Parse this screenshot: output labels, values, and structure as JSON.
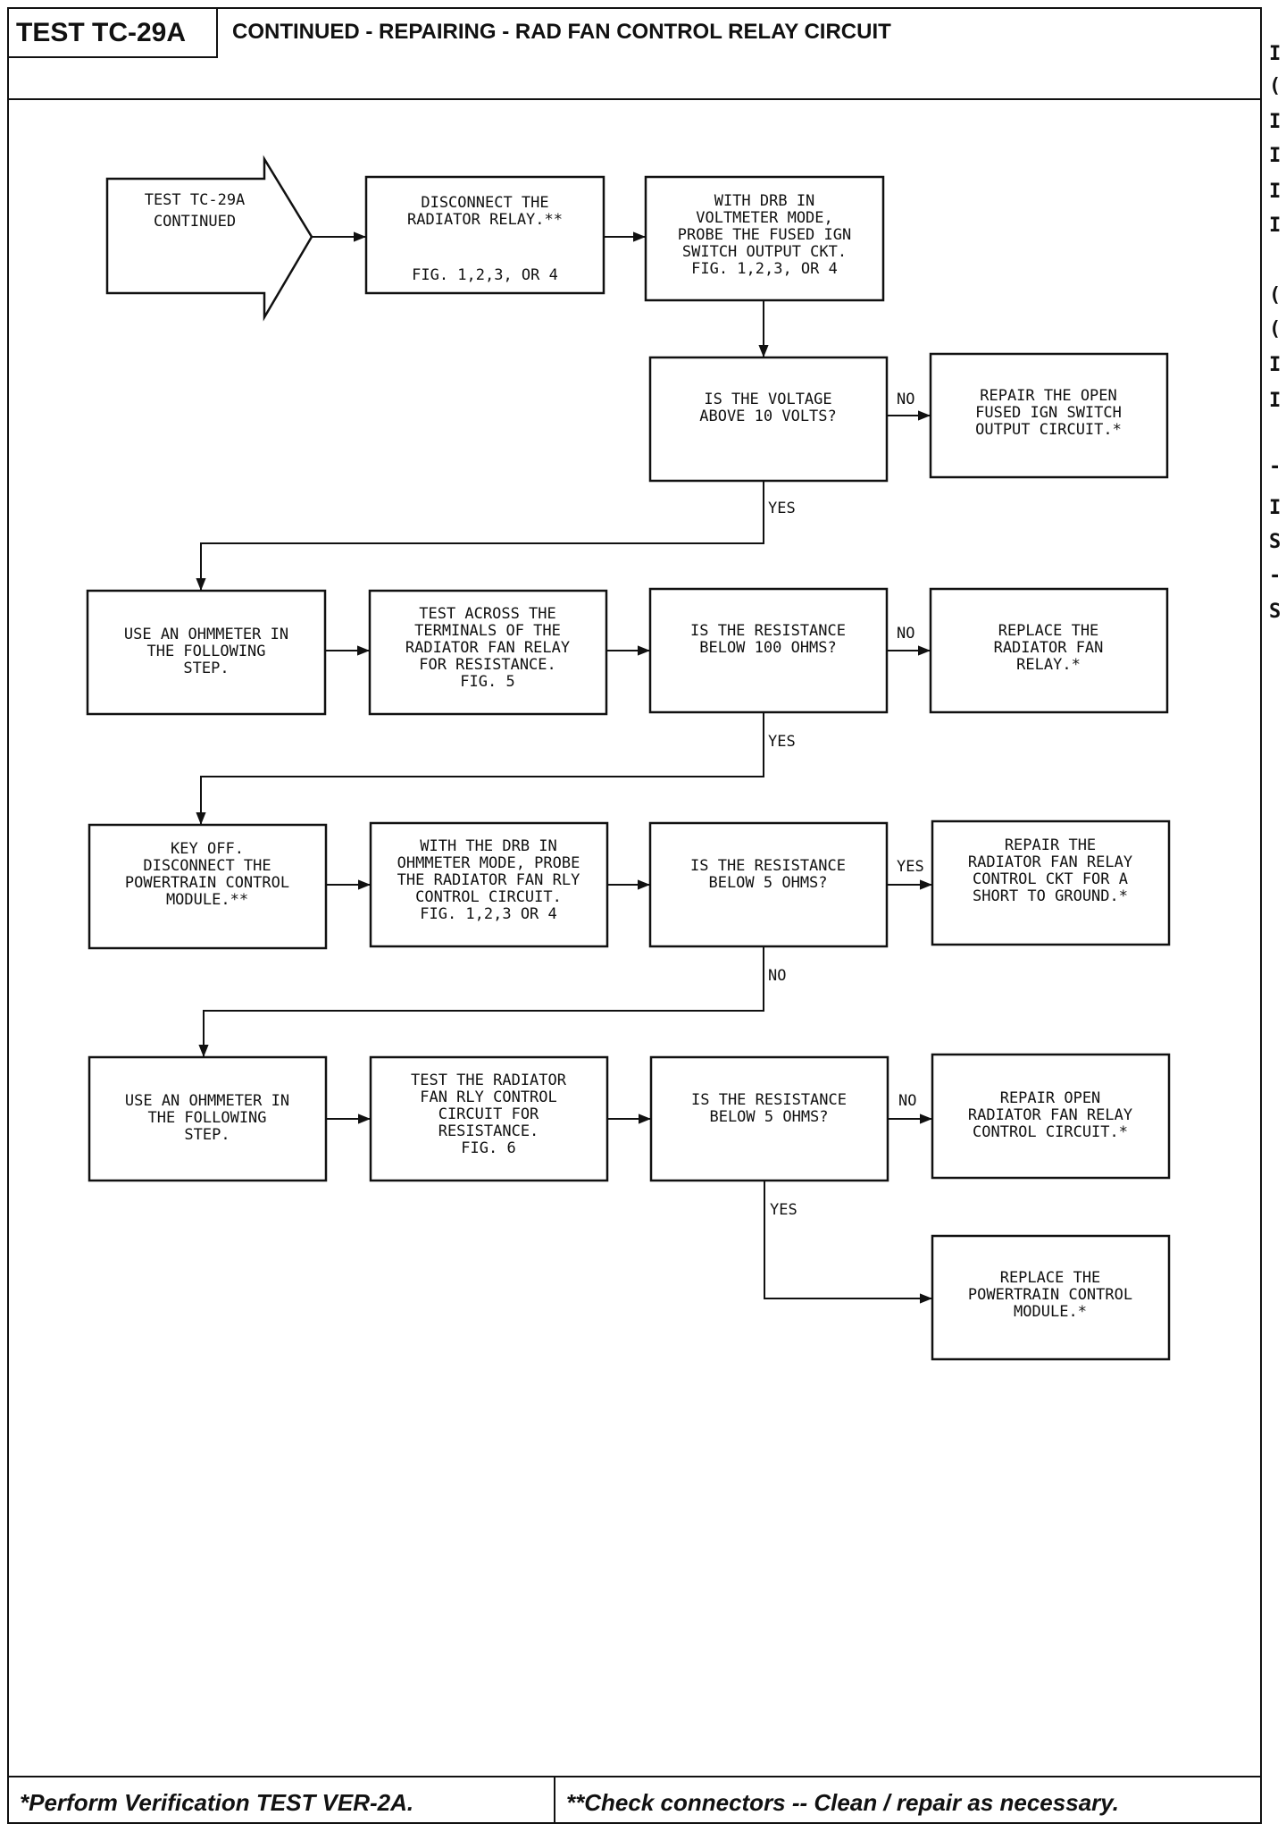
{
  "header": {
    "test_id": "TEST TC-29A",
    "title": "CONTINUED - REPAIRING - RAD FAN CONTROL RELAY CIRCUIT"
  },
  "footer": {
    "left": "*Perform Verification TEST VER-2A.",
    "right": "**Check connectors -- Clean / repair as necessary."
  },
  "edge_text": [
    "I",
    "(",
    "I",
    "I",
    "I",
    "I",
    "(",
    "(",
    "I",
    "I",
    "-",
    "I",
    "S",
    "-",
    "S"
  ],
  "diagram": {
    "nodes": [
      {
        "id": "start",
        "lines": [
          "TEST TC-29A",
          "CONTINUED"
        ]
      },
      {
        "id": "n1",
        "lines": [
          "DISCONNECT THE",
          "RADIATOR RELAY.**",
          "",
          "FIG. 1,2,3, OR 4"
        ]
      },
      {
        "id": "n2",
        "lines": [
          "WITH DRB IN",
          "VOLTMETER MODE,",
          "PROBE THE FUSED IGN",
          "SWITCH OUTPUT CKT.",
          "FIG. 1,2,3, OR 4"
        ]
      },
      {
        "id": "d1",
        "lines": [
          "IS THE VOLTAGE",
          "ABOVE 10 VOLTS?"
        ]
      },
      {
        "id": "r1",
        "lines": [
          "REPAIR THE OPEN",
          "FUSED IGN SWITCH",
          "OUTPUT CIRCUIT.*"
        ]
      },
      {
        "id": "n3",
        "lines": [
          "USE AN OHMMETER IN",
          "THE FOLLOWING",
          "STEP."
        ]
      },
      {
        "id": "n4",
        "lines": [
          "TEST ACROSS THE",
          "TERMINALS OF THE",
          "RADIATOR FAN RELAY",
          "FOR RESISTANCE.",
          "FIG. 5"
        ]
      },
      {
        "id": "d2",
        "lines": [
          "IS THE RESISTANCE",
          "BELOW 100 OHMS?"
        ]
      },
      {
        "id": "r2",
        "lines": [
          "REPLACE THE",
          "RADIATOR FAN",
          "RELAY.*"
        ]
      },
      {
        "id": "n5",
        "lines": [
          "KEY OFF.",
          "DISCONNECT THE",
          "POWERTRAIN CONTROL",
          "MODULE.**"
        ]
      },
      {
        "id": "n6",
        "lines": [
          "WITH THE DRB IN",
          "OHMMETER MODE, PROBE",
          "THE RADIATOR FAN RLY",
          "CONTROL CIRCUIT.",
          "FIG. 1,2,3 OR 4"
        ]
      },
      {
        "id": "d3",
        "lines": [
          "IS THE RESISTANCE",
          "BELOW 5 OHMS?"
        ]
      },
      {
        "id": "r3",
        "lines": [
          "REPAIR THE",
          "RADIATOR FAN RELAY",
          "CONTROL CKT FOR A",
          "SHORT TO GROUND.*"
        ]
      },
      {
        "id": "n7",
        "lines": [
          "USE AN OHMMETER IN",
          "THE FOLLOWING",
          "STEP."
        ]
      },
      {
        "id": "n8",
        "lines": [
          "TEST THE RADIATOR",
          "FAN RLY CONTROL",
          "CIRCUIT FOR",
          "RESISTANCE.",
          "FIG. 6"
        ]
      },
      {
        "id": "d4",
        "lines": [
          "IS THE RESISTANCE",
          "BELOW 5 OHMS?"
        ]
      },
      {
        "id": "r4",
        "lines": [
          "REPAIR OPEN",
          "RADIATOR FAN RELAY",
          "CONTROL CIRCUIT.*"
        ]
      },
      {
        "id": "r5",
        "lines": [
          "REPLACE THE",
          "POWERTRAIN CONTROL",
          "MODULE.*"
        ]
      }
    ],
    "edge_labels": {
      "no": "NO",
      "yes": "YES"
    }
  }
}
